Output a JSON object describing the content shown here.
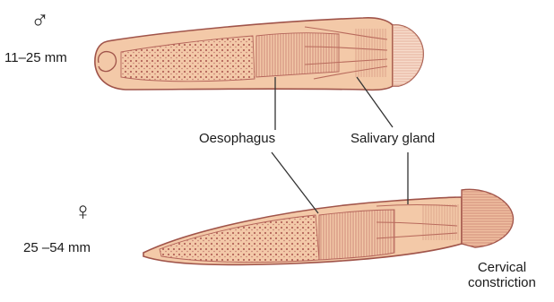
{
  "male": {
    "symbol": "♂",
    "size": "11–25 mm"
  },
  "female": {
    "symbol": "♀",
    "size": "25 –54 mm"
  },
  "labels": {
    "oesophagus": "Oesophagus",
    "salivary_gland": "Salivary gland",
    "cervical_constriction_line1": "Cervical",
    "cervical_constriction_line2": "constriction"
  },
  "colors": {
    "body_fill": "#f3c9a8",
    "outline": "#a0544a",
    "inner_line": "#b86a5c",
    "leader": "#333333"
  }
}
